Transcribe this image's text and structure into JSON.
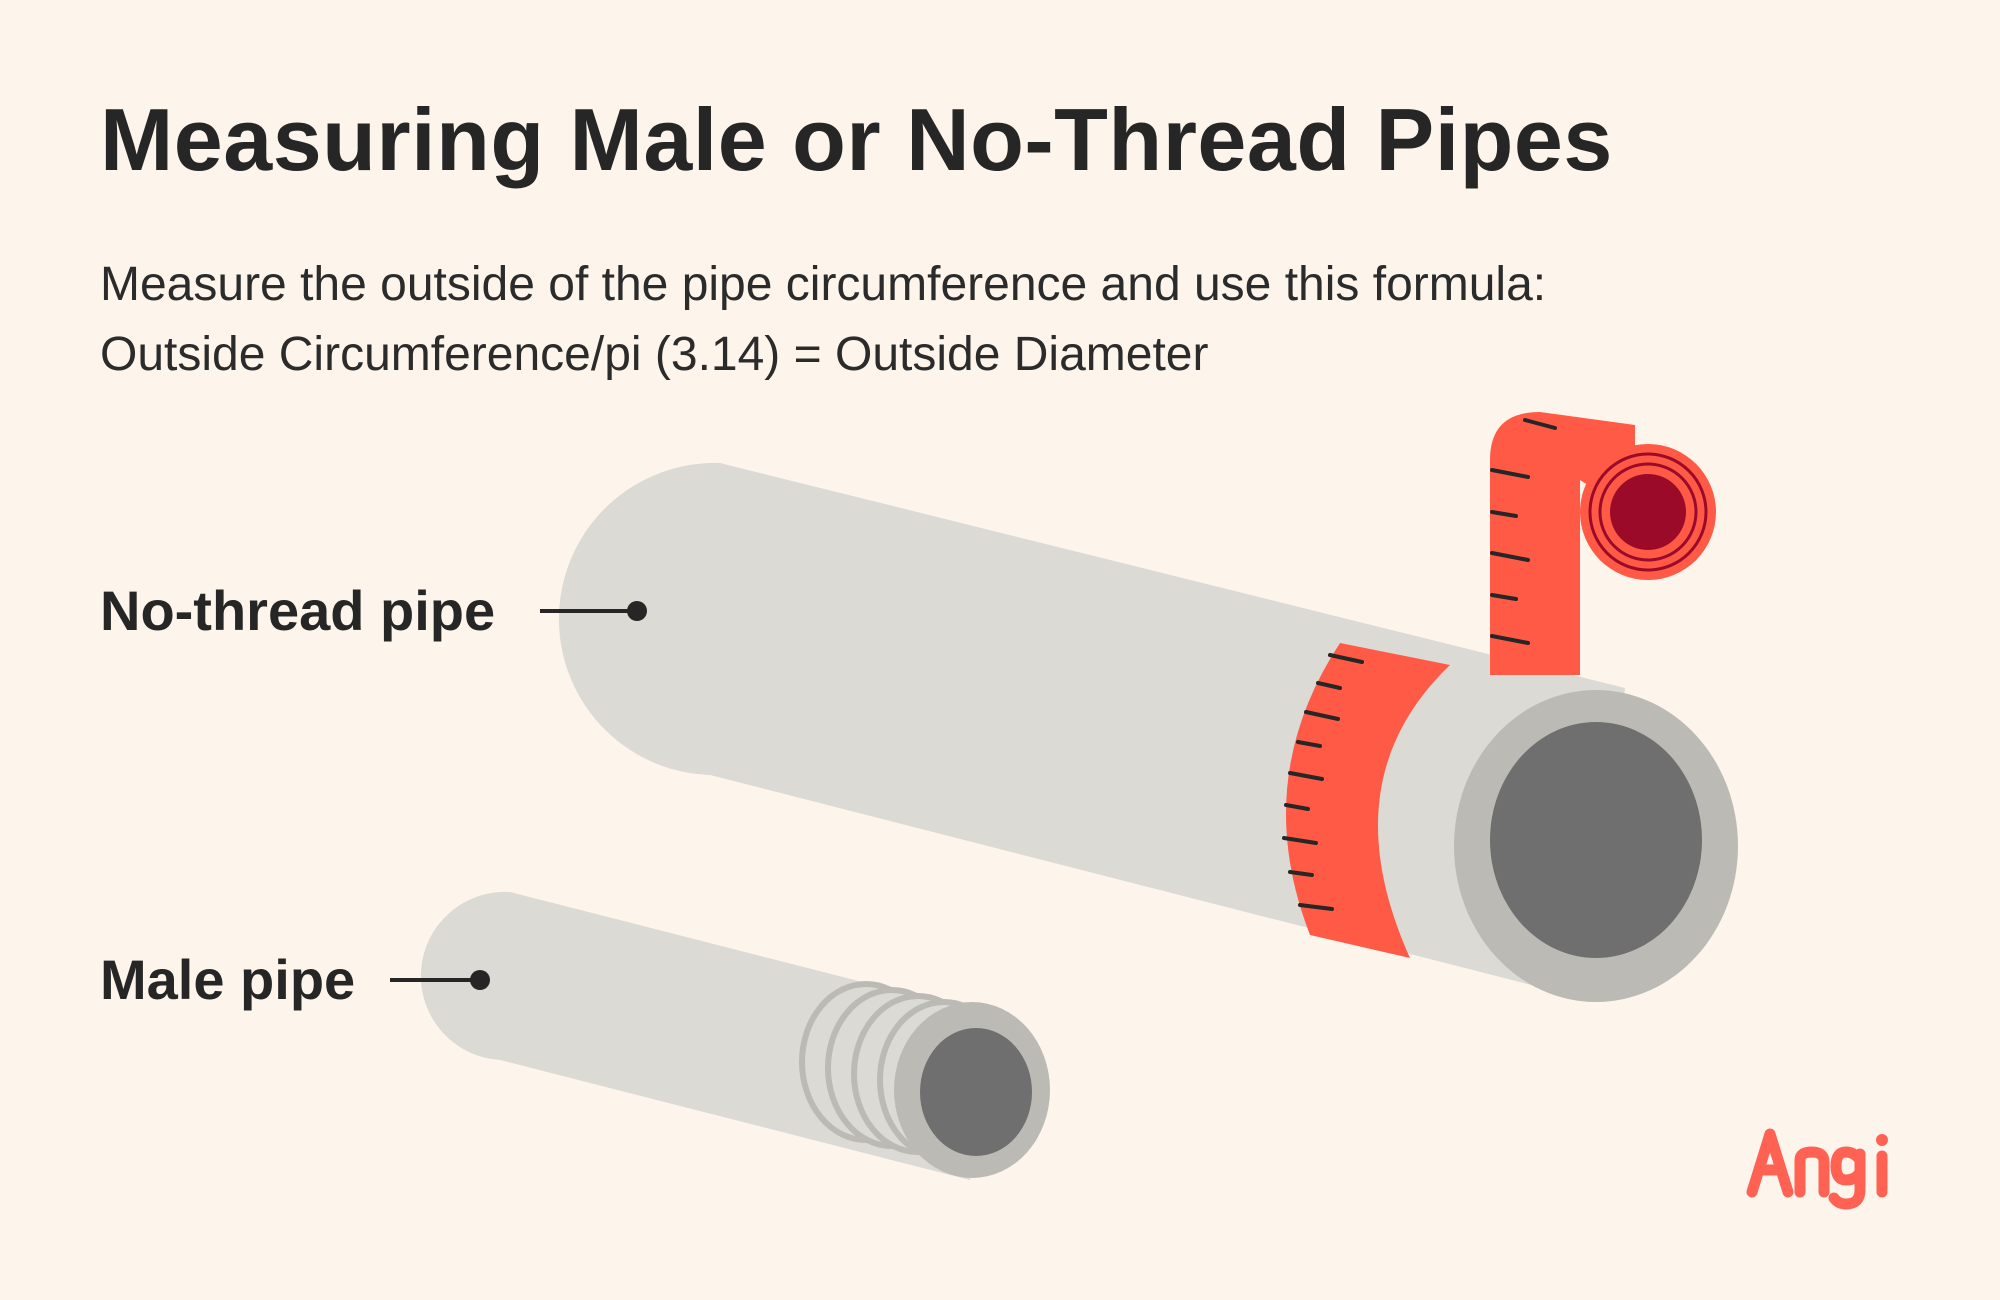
{
  "header": {
    "title": "Measuring Male or No-Thread Pipes",
    "subtitle_line_1": "Measure the outside of the pipe circumference and use this formula:",
    "subtitle_line_2": "Outside Circumference/pi (3.14) = Outside Diameter"
  },
  "labels": {
    "no_thread_pipe": "No-thread pipe",
    "male_pipe": "Male pipe"
  },
  "brand": {
    "logo_text": "Angi",
    "logo_color": "#ff6153"
  },
  "colors": {
    "background": "#fdf5ec",
    "pipe_body": "#dcdad5",
    "pipe_rim": "#bcbab5",
    "pipe_inner": "#6f6f6f",
    "tape_red": "#ff5a45",
    "tape_dark": "#9c0a2a",
    "text": "#262626"
  }
}
